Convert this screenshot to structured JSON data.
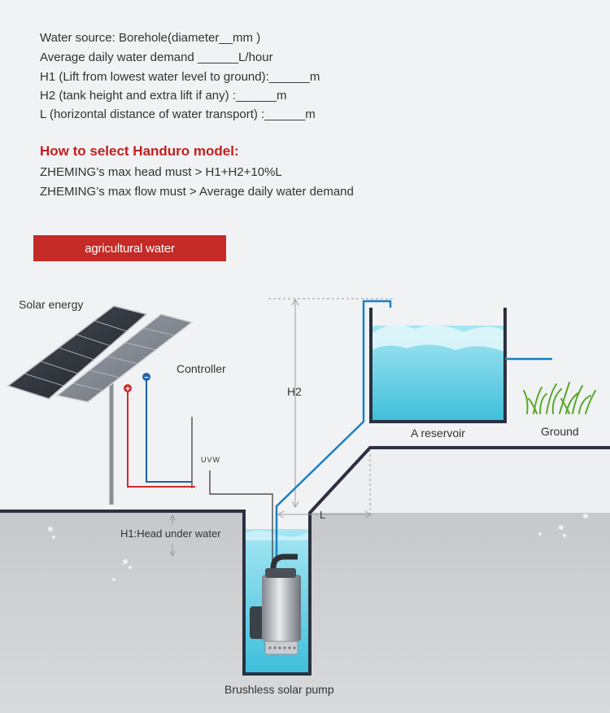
{
  "requirements": [
    "Water source: Borehole(diameter__mm )",
    "Average daily water demand ______L/hour",
    "H1  (Lift from lowest water level to ground):______m",
    "H2  (tank height and extra lift if any) :______m",
    "L  (horizontal distance of water transport) :______m"
  ],
  "selection": {
    "heading": "How to select Handuro model:",
    "rules": [
      "ZHEMING’s max head must  >  H1+H2+10%L",
      "ZHEMING’s max flow must  >  Average daily water demand"
    ]
  },
  "banner": "agricultural water",
  "diagram": {
    "solar_label": "Solar energy",
    "controller_label": "Controller",
    "uvw_label": "UVW",
    "plus_label": "+",
    "minus_label": "−",
    "h2_label": "H2",
    "l_label": "L",
    "h1_label": "H1:Head under water",
    "reservoir_label": "A reservoir",
    "ground_label": "Ground",
    "pump_label": "Brushless solar pump",
    "colors": {
      "positive_wire": "#d42a2a",
      "negative_wire": "#1f63a8",
      "pipe": "#1b7fc2",
      "water": "#6fd2e6",
      "ground": "#c9cacc",
      "structure": "#2b3140"
    },
    "icons": [
      "solar-panel-icon",
      "water-pump-icon",
      "grass-icon"
    ]
  }
}
